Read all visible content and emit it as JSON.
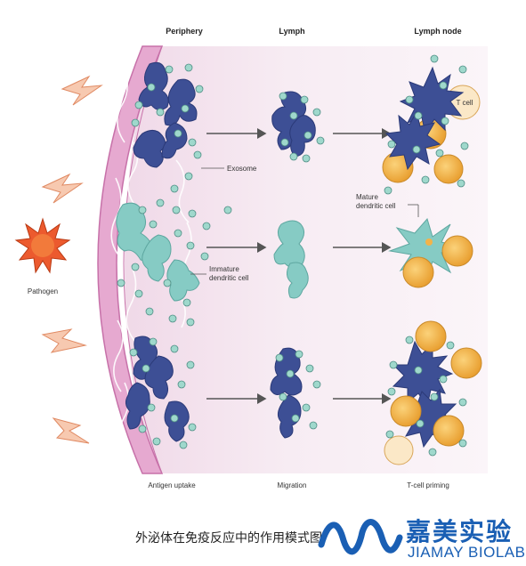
{
  "headers": {
    "periphery": "Periphery",
    "lymph": "Lymph",
    "lymph_node": "Lymph node"
  },
  "labels": {
    "exosome": "Exosome",
    "immature_dc": [
      "Immature",
      "dendritic cell"
    ],
    "mature_dc": [
      "Mature",
      "dendritic cell"
    ],
    "t_cell": "T cell",
    "pathogen": "Pathogen"
  },
  "footer": {
    "antigen_uptake": "Antigen uptake",
    "migration": "Migration",
    "t_cell_priming": "T-cell priming"
  },
  "caption": "外泌体在免疫反应中的作用模式图",
  "logo": {
    "chinese": "嘉美实验",
    "english": "JIAMAY BIOLAB"
  },
  "colors": {
    "dc_dark": "#3d4f95",
    "dc_teal": "#86cbc4",
    "exosome": "#9fd8cc",
    "tcell": "#f3b34a",
    "tissue": "#f3e4ef",
    "membrane": "#d98bbf",
    "pathogen": "#ec5a2e",
    "logo_blue": "#1a5fb4"
  }
}
